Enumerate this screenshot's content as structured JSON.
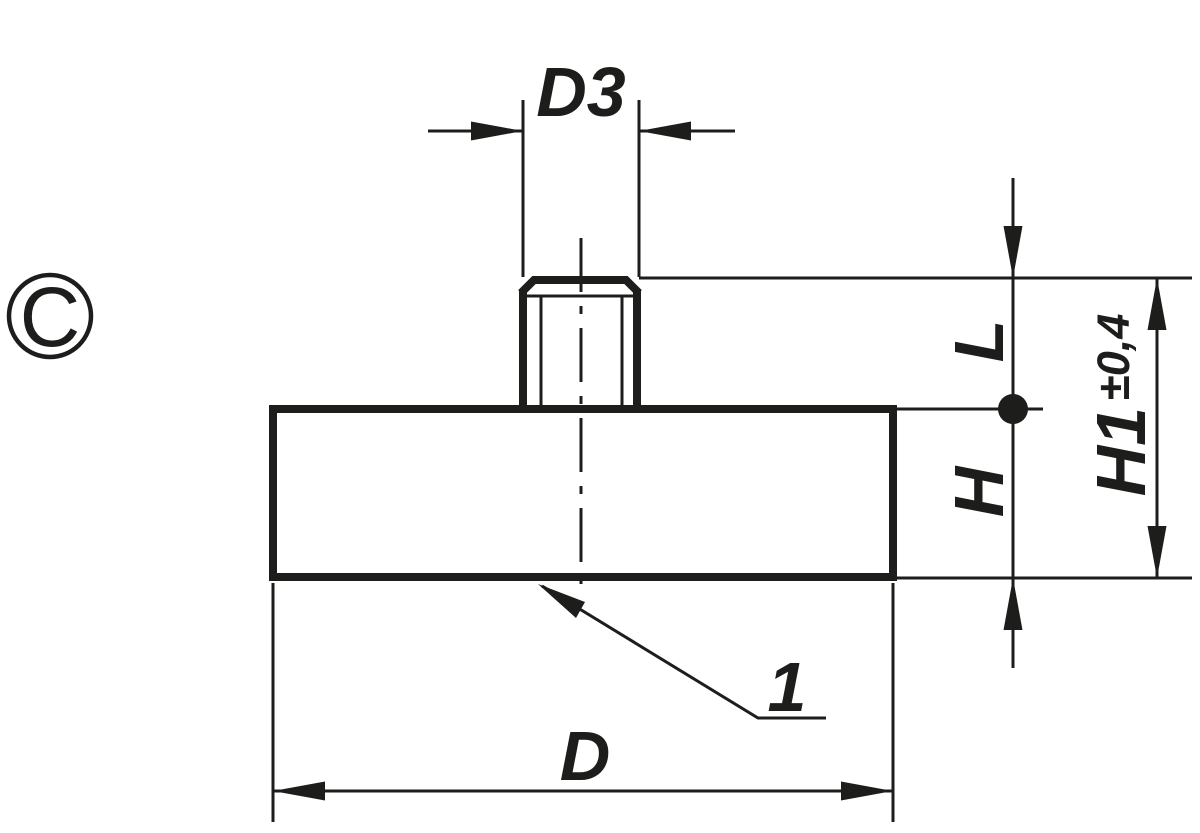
{
  "drawing": {
    "view_label": "C",
    "dimensions": {
      "stud_thread_diameter": "D3",
      "stud_length": "L",
      "body_height": "H",
      "overall_height": "H1",
      "overall_height_tolerance": "±0,4",
      "body_diameter": "D"
    },
    "callouts": {
      "item_number": "1"
    },
    "colors": {
      "line": "#1d1d1b",
      "background": "#ffffff"
    }
  }
}
